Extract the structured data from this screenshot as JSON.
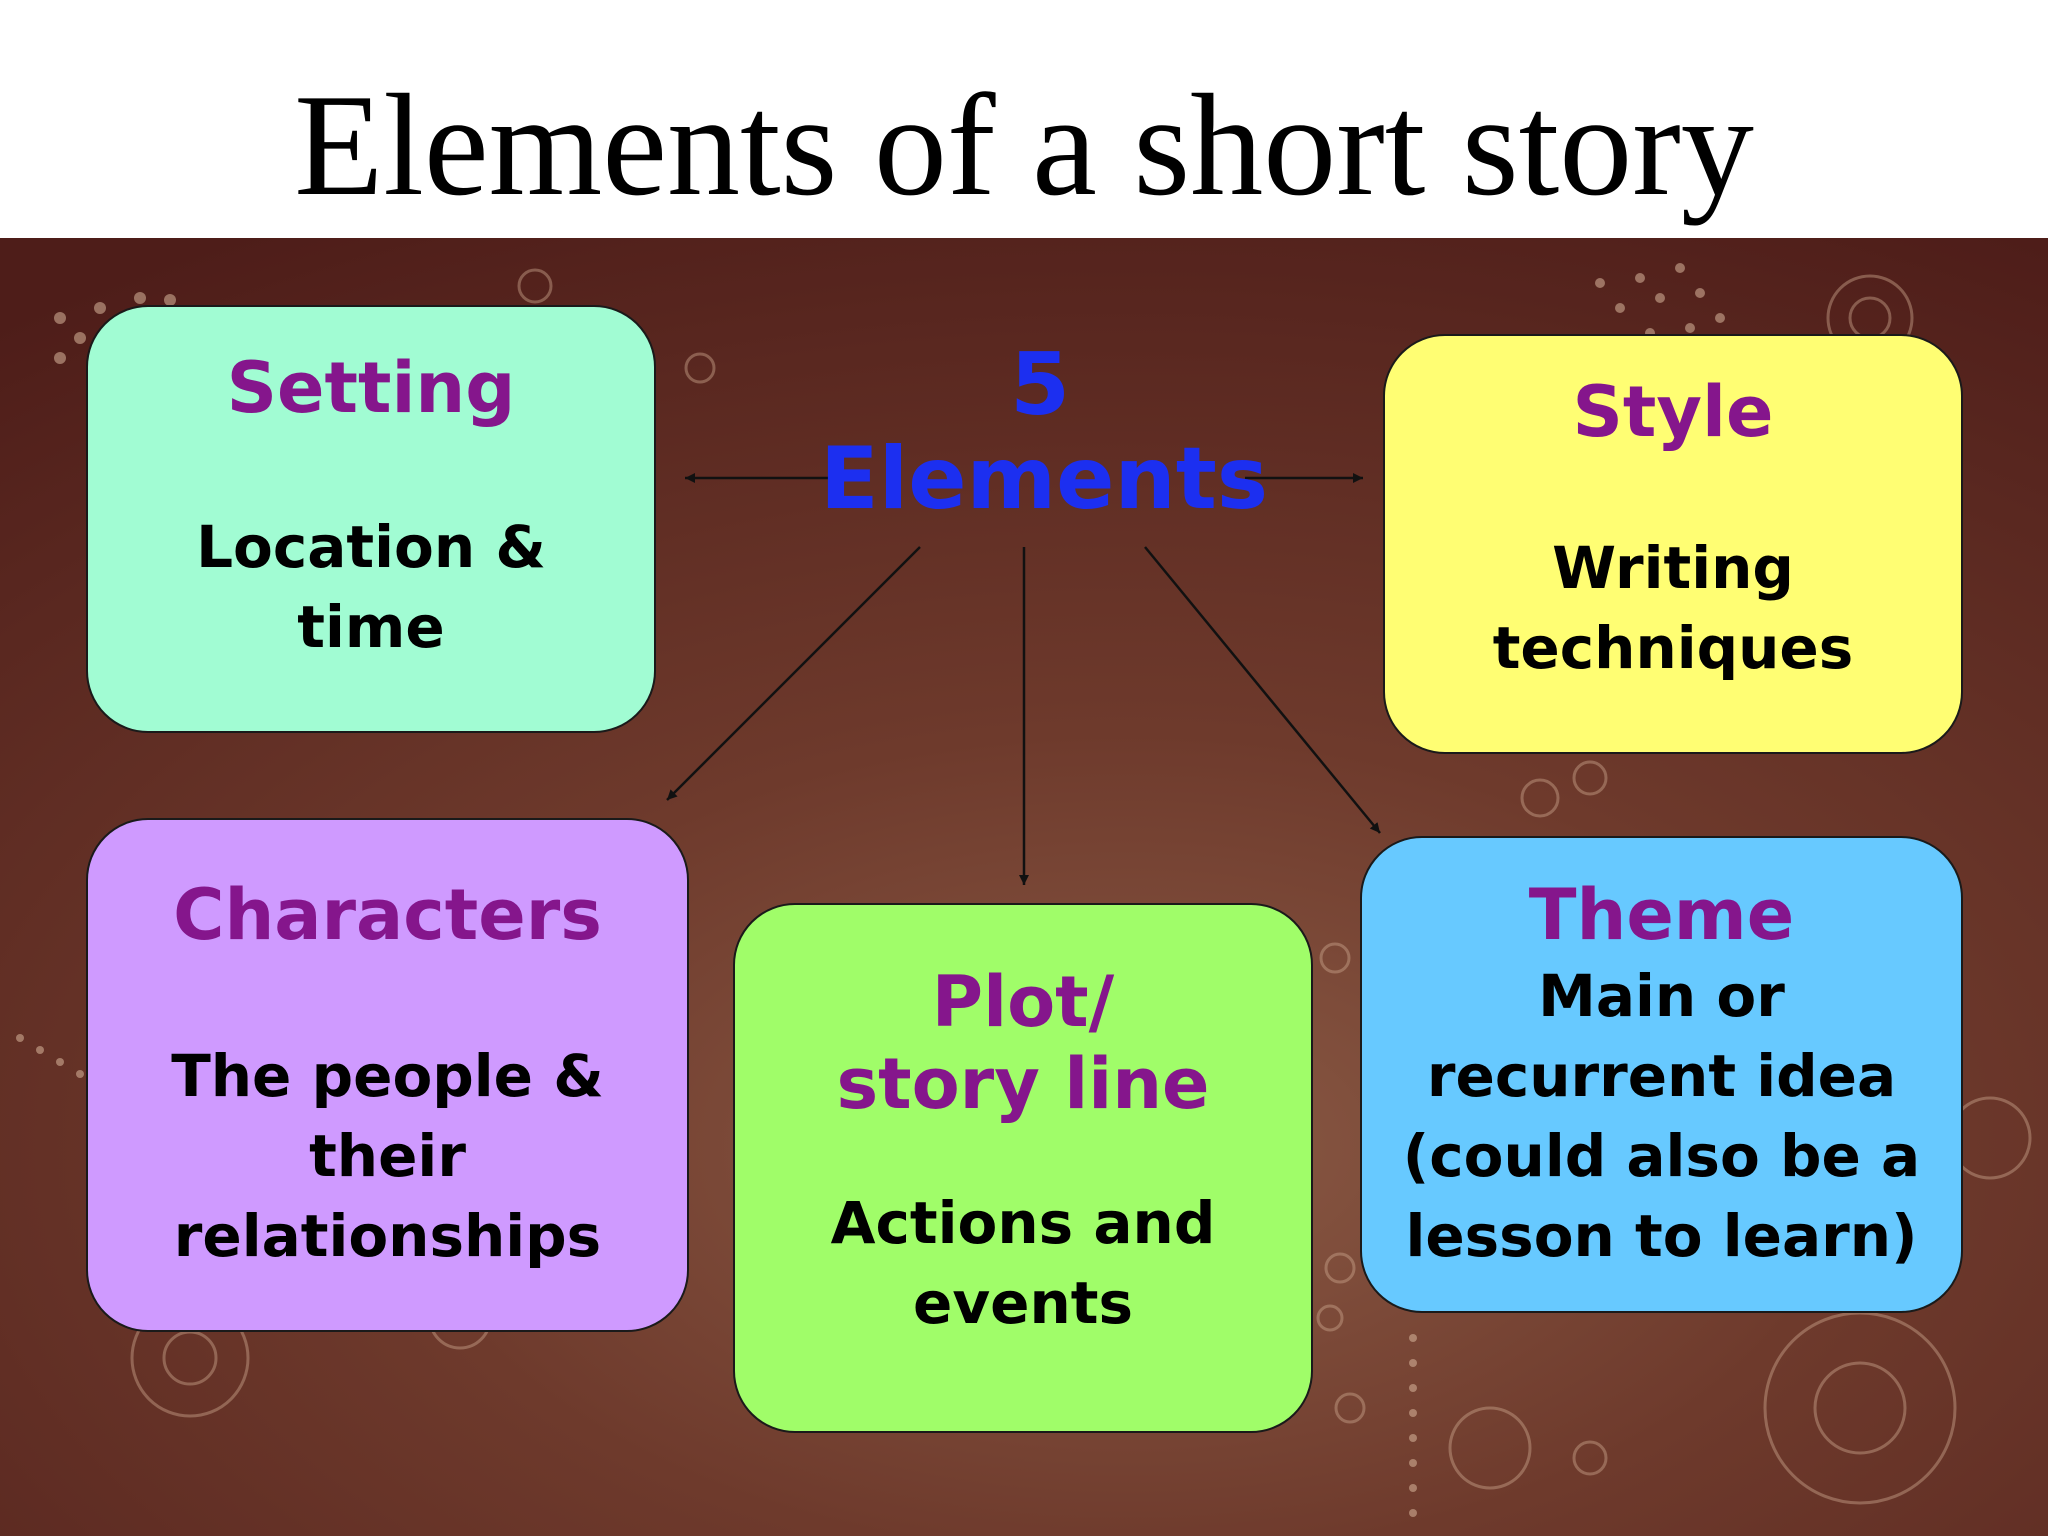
{
  "slide": {
    "title": "Elements of a short story",
    "center": {
      "line1": "5",
      "line2": "Elements"
    },
    "boxes": {
      "setting": {
        "heading": "Setting",
        "desc1": "Location &",
        "desc2": "time"
      },
      "style": {
        "heading": "Style",
        "desc1": "Writing",
        "desc2": "techniques"
      },
      "characters": {
        "heading": "Characters",
        "desc1": "The people &",
        "desc2": "their",
        "desc3": "relationships"
      },
      "plot": {
        "heading1": "Plot/",
        "heading2": "story line",
        "desc1": "Actions and",
        "desc2": "events"
      },
      "theme": {
        "heading": "Theme",
        "desc1": "Main or",
        "desc2": "recurrent idea",
        "desc3": "(could also be a",
        "desc4": "lesson to learn)"
      }
    }
  },
  "colors": {
    "setting_fill": "#a1fcd3",
    "style_fill": "#fffe73",
    "characters_fill": "#cf9aff",
    "plot_fill": "#a0fd69",
    "theme_fill": "#67c9ff",
    "heading_text": "#85168c",
    "center_text": "#1c2ff0"
  }
}
